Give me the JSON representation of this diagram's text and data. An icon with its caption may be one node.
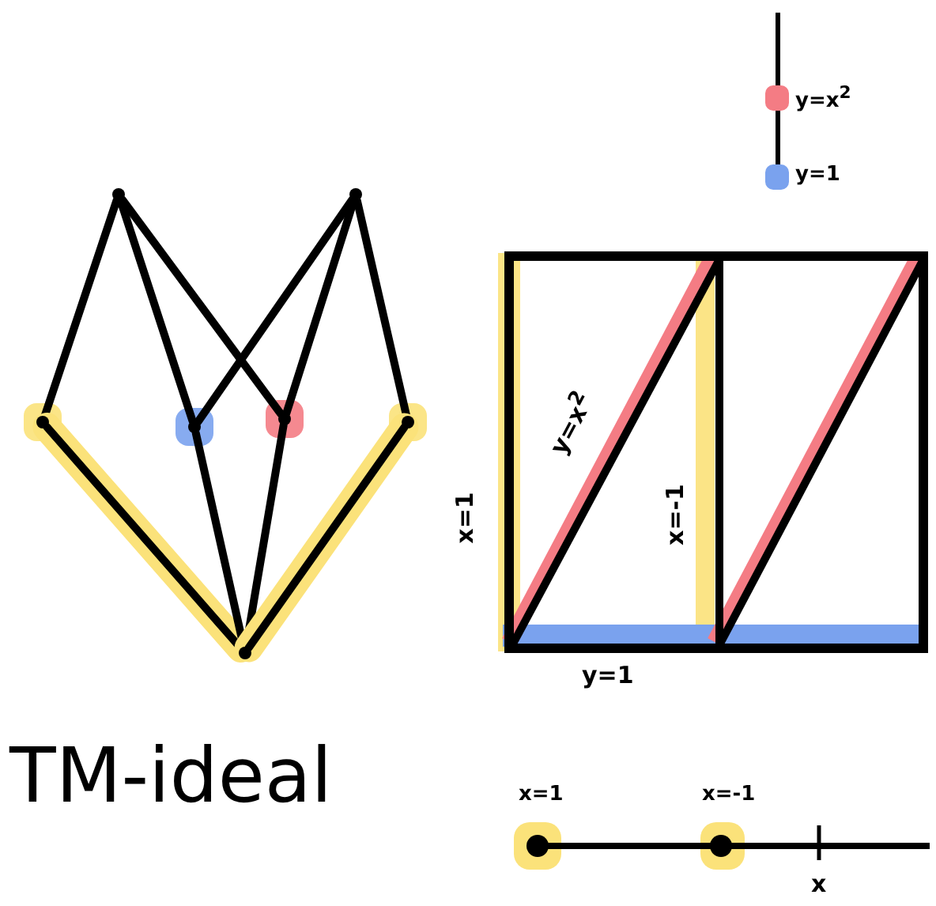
{
  "diagram": {
    "nodes": [
      {
        "text": [],
        "shape": "point"
      },
      {
        "text": [],
        "shape": "point"
      },
      {
        "text": [],
        "shape": "point"
      },
      {
        "text": [],
        "shape": "point"
      },
      {
        "text": [],
        "shape": "point"
      },
      {
        "text": [],
        "shape": "point"
      },
      {
        "text": [],
        "shape": "point"
      }
    ],
    "edges": [
      {
        "from": 0,
        "to": 2,
        "arrow": "none"
      },
      {
        "from": 0,
        "to": 3,
        "arrow": "none"
      },
      {
        "from": 0,
        "to": 4,
        "arrow": "none"
      },
      {
        "from": 1,
        "to": 3,
        "arrow": "none"
      },
      {
        "from": 1,
        "to": 4,
        "arrow": "none"
      },
      {
        "from": 1,
        "to": 5,
        "arrow": "none"
      },
      {
        "from": 2,
        "to": 6,
        "arrow": "none"
      },
      {
        "from": 3,
        "to": 6,
        "arrow": "none"
      },
      {
        "from": 4,
        "to": 6,
        "arrow": "none"
      },
      {
        "from": 5,
        "to": 6,
        "arrow": "none"
      }
    ],
    "labels": [
      "y=x$^{2}$",
      "x=-1",
      "x=1",
      "y=1",
      "TM-ideal",
      "x=1",
      "x=-1",
      "x"
    ],
    "legend": [
      {
        "text": "y=x$^{2}$",
        "color": "#f47c84"
      },
      {
        "text": "y=1",
        "color": "#7aa2ee"
      }
    ]
  }
}
